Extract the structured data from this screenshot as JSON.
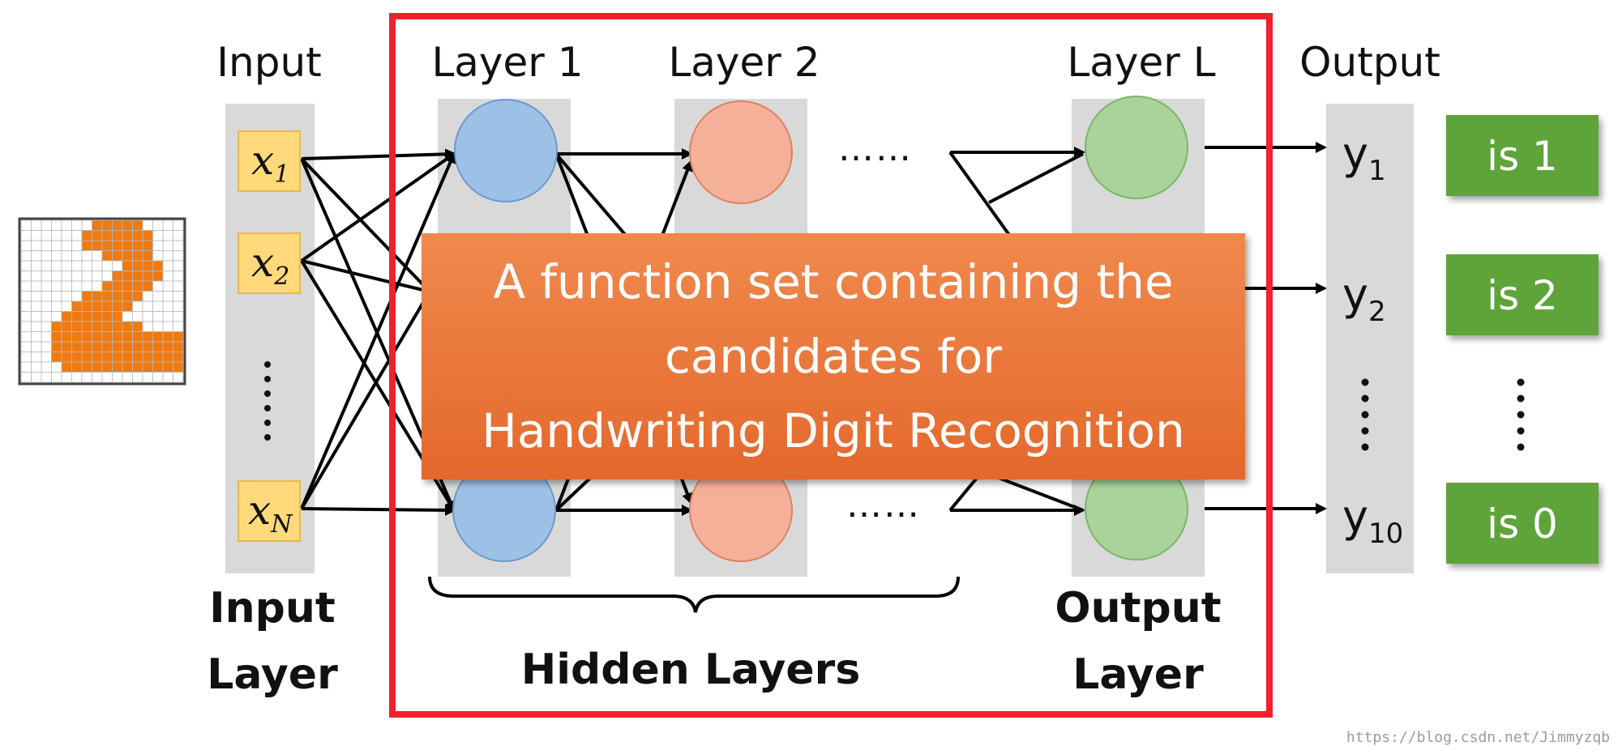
{
  "labels": {
    "input": "Input",
    "layer1": "Layer 1",
    "layer2": "Layer 2",
    "layerL": "Layer L",
    "output": "Output",
    "input_layer_line1": "Input",
    "input_layer_line2": "Layer",
    "hidden_layers": "Hidden Layers",
    "output_layer_line1": "Output",
    "output_layer_line2": "Layer"
  },
  "inputs": [
    {
      "base": "x",
      "sub": "1"
    },
    {
      "base": "x",
      "sub": "2"
    },
    {
      "base": "x",
      "sub": "N"
    }
  ],
  "outputs": [
    {
      "base": "y",
      "sub": "1"
    },
    {
      "base": "y",
      "sub": "2"
    },
    {
      "base": "y",
      "sub": "10"
    }
  ],
  "results": [
    "is 1",
    "is 2",
    "is 0"
  ],
  "ellipsis": "……",
  "banner": {
    "line1": "A function set containing the",
    "line2": "candidates for",
    "line3": "Handwriting Digit Recognition"
  },
  "watermark": "https://blog.csdn.net/Jimmyzqb",
  "colors": {
    "highlight_frame": "#f0202c",
    "layer_column": "#d9d9d9",
    "input_cell": "#ffd97a",
    "layer1_neuron": "#9dc0e6",
    "layer2_neuron": "#f5b09a",
    "output_neuron": "#a9d39a",
    "result_box": "#5fa33b",
    "banner": "#ec7a3c",
    "digit_ink": "#f07a10"
  }
}
